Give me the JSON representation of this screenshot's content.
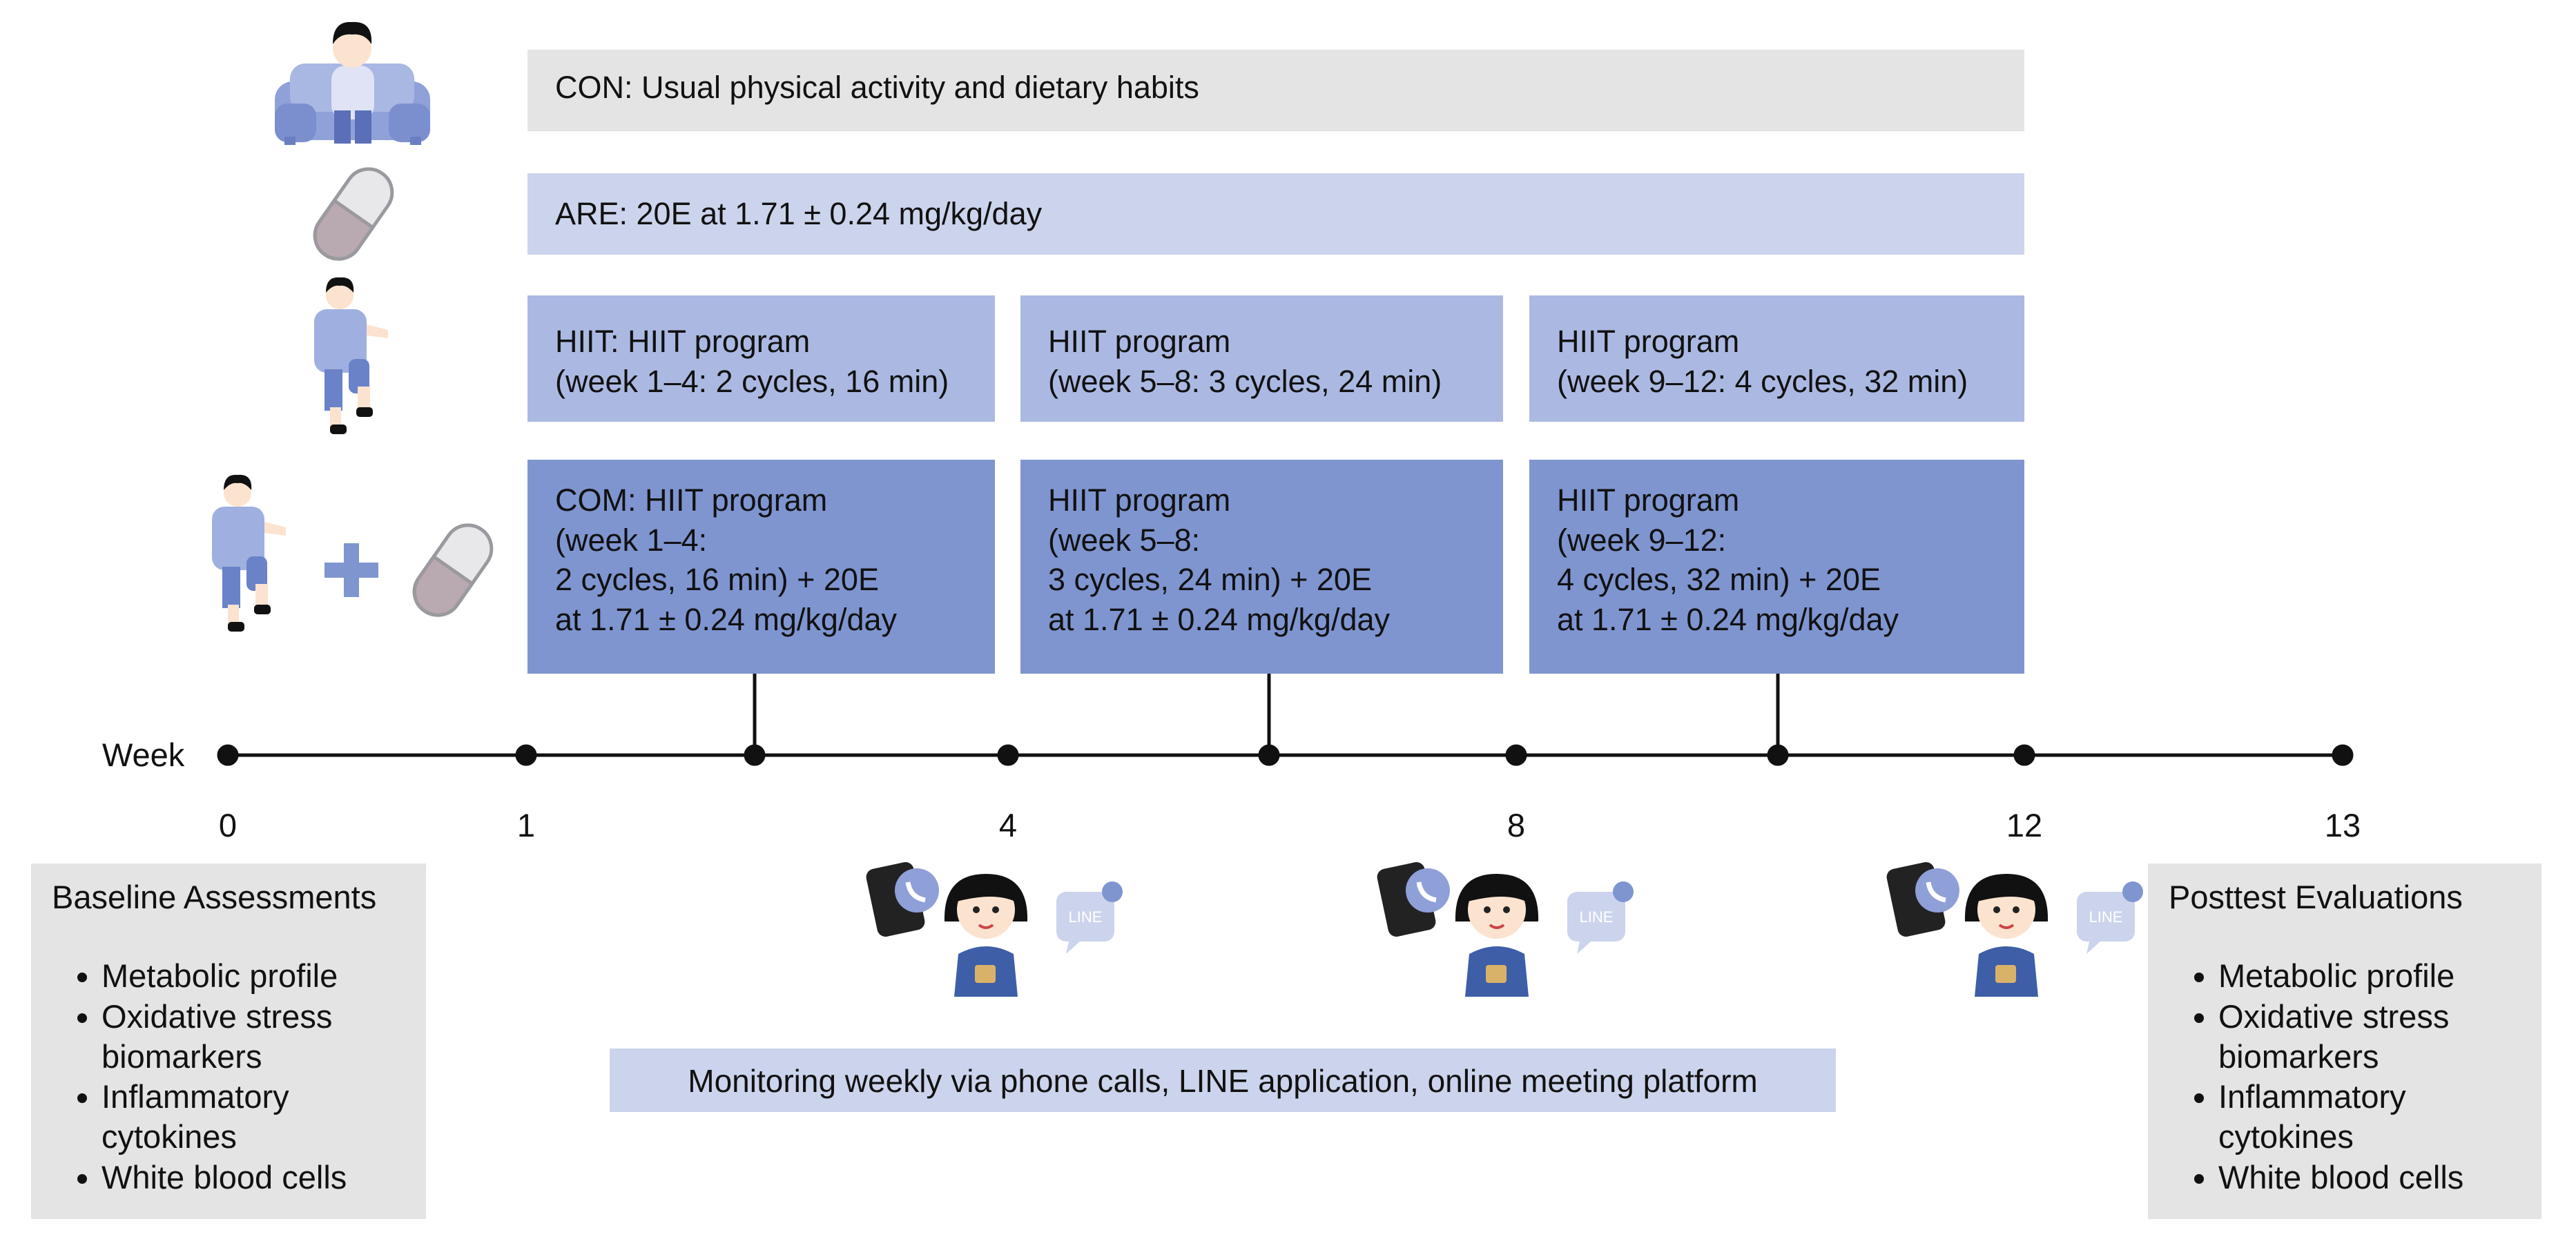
{
  "colors": {
    "con_bar": "#e4e4e4",
    "are_bar": "#cbd4ec",
    "hiit_box": "#abb9e2",
    "com_box": "#7e95d0",
    "assessment_box": "#e4e4e4",
    "monitor_bar": "#cbd4ec",
    "timeline": "#111111"
  },
  "groups": {
    "con": {
      "icon": "person-on-sofa-icon",
      "text": "CON: Usual physical activity and dietary habits"
    },
    "are": {
      "icon": "capsule-icon",
      "text": "ARE: 20E at 1.71 ± 0.24 mg/kg/day"
    },
    "hiit": {
      "icon": "exercising-person-icon",
      "boxes": [
        {
          "lines": [
            "HIIT: HIIT program",
            "(week 1–4: 2 cycles, 16 min)"
          ]
        },
        {
          "lines": [
            "HIIT program",
            "(week 5–8: 3 cycles, 24 min)"
          ]
        },
        {
          "lines": [
            "HIIT program",
            "(week 9–12: 4 cycles, 32 min)"
          ]
        }
      ]
    },
    "com": {
      "icons": [
        "exercising-person-icon",
        "plus-icon",
        "capsule-icon"
      ],
      "plus_symbol": "+",
      "boxes": [
        {
          "lines": [
            "COM: HIIT program",
            "(week 1–4:",
            "2 cycles, 16 min) + 20E",
            "at 1.71 ± 0.24 mg/kg/day"
          ]
        },
        {
          "lines": [
            "HIIT program",
            "(week 5–8:",
            "3 cycles, 24 min) + 20E",
            "at 1.71 ± 0.24 mg/kg/day"
          ]
        },
        {
          "lines": [
            "HIIT program",
            "(week 9–12:",
            "4 cycles, 32 min) + 20E",
            "at 1.71 ± 0.24 mg/kg/day"
          ]
        }
      ]
    }
  },
  "timeline": {
    "label": "Week",
    "ticks": [
      "0",
      "1",
      "4",
      "8",
      "12",
      "13"
    ]
  },
  "baseline": {
    "title": "Baseline Assessments",
    "items": [
      "Metabolic profile",
      "Oxidative stress biomarkers",
      "Inflammatory cytokines",
      "White blood cells"
    ]
  },
  "posttest": {
    "title": "Posttest Evaluations",
    "items": [
      "Metabolic profile",
      "Oxidative stress biomarkers",
      "Inflammatory cytokines",
      "White blood cells"
    ]
  },
  "monitoring": {
    "icons": [
      "phone-icon",
      "coach-woman-icon",
      "line-chat-icon"
    ],
    "line_badge": "LINE",
    "text": "Monitoring weekly via phone calls, LINE application, online meeting platform"
  }
}
